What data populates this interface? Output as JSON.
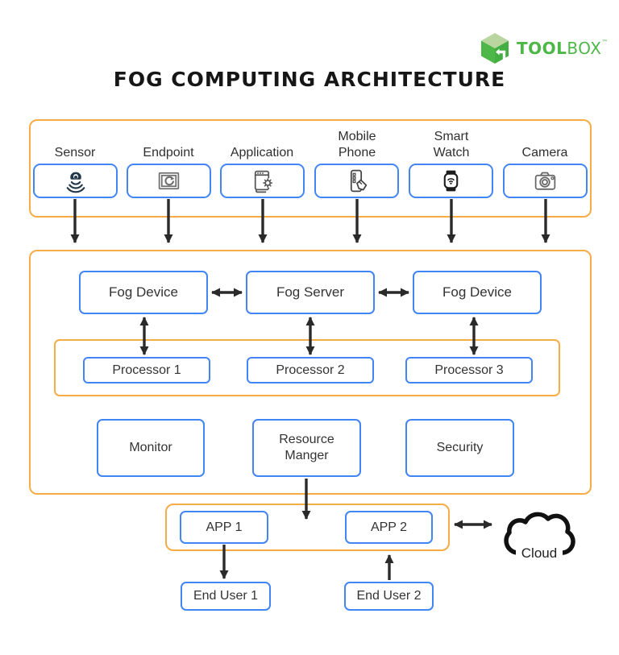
{
  "brand": {
    "name_bold": "TOOL",
    "name_light": "BOX",
    "trademark": "™"
  },
  "title": "FOG COMPUTING ARCHITECTURE",
  "colors": {
    "orange_border": "#F8AC45",
    "blue_border": "#4285F4",
    "arrow": "#2A2A2A",
    "brand_green": "#4DB848",
    "brand_green_light": "#B9D6A0",
    "text": "#333333"
  },
  "device_layer": {
    "items": [
      {
        "label": "Sensor",
        "icon": "sensor-icon"
      },
      {
        "label": "Endpoint",
        "icon": "endpoint-icon"
      },
      {
        "label": "Application",
        "icon": "application-icon"
      },
      {
        "label": "Mobile\nPhone",
        "icon": "mobile-phone-icon"
      },
      {
        "label": "Smart\nWatch",
        "icon": "smart-watch-icon"
      },
      {
        "label": "Camera",
        "icon": "camera-icon"
      }
    ]
  },
  "fog_layer": {
    "nodes": [
      "Fog Device",
      "Fog Server",
      "Fog Device"
    ],
    "processors": [
      "Processor 1",
      "Processor 2",
      "Processor 3"
    ],
    "services": [
      "Monitor",
      "Resource\nManger",
      "Security"
    ]
  },
  "app_layer": {
    "apps": [
      "APP 1",
      "APP 2"
    ]
  },
  "cloud": {
    "label": "Cloud"
  },
  "end_users": [
    "End User 1",
    "End User 2"
  ]
}
